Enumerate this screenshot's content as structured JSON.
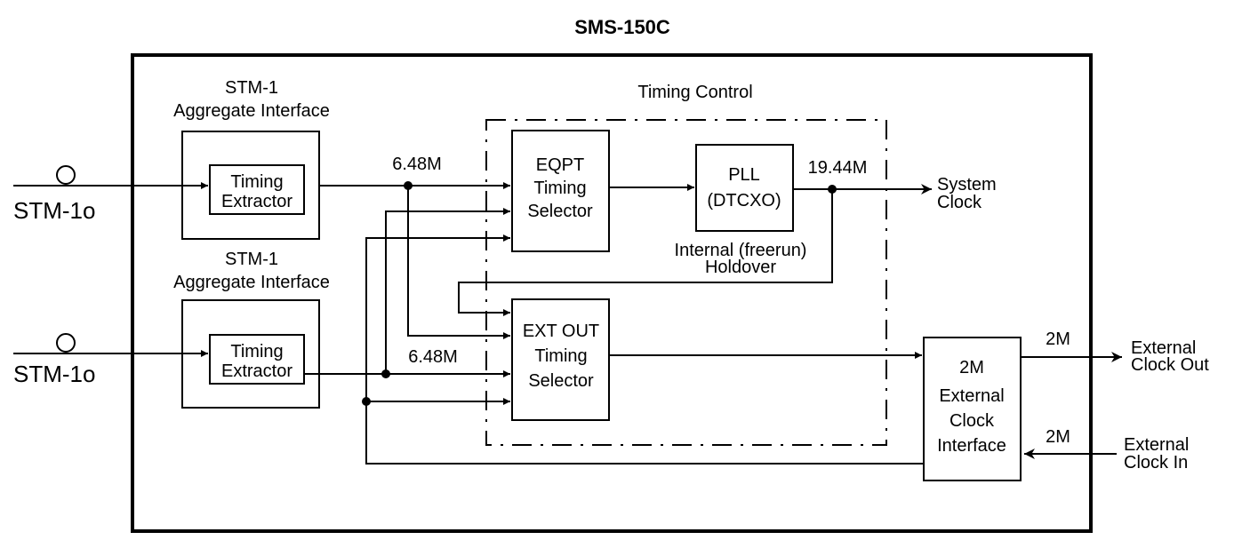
{
  "title": "SMS-150C",
  "inputs": {
    "stm1o_top": "STM-1o",
    "stm1o_bottom": "STM-1o"
  },
  "aggregate_interface": {
    "top_line1": "STM-1",
    "top_line2": "Aggregate Interface",
    "bottom_line1": "STM-1",
    "bottom_line2": "Aggregate Interface",
    "extractor_line1": "Timing",
    "extractor_line2": "Extractor"
  },
  "timing_control": {
    "label": "Timing Control",
    "eqpt_line1": "EQPT",
    "eqpt_line2": "Timing",
    "eqpt_line3": "Selector",
    "pll_line1": "PLL",
    "pll_line2": "(DTCXO)",
    "pll_note_line1": "Internal (freerun)",
    "pll_note_line2": "Holdover",
    "extout_line1": "EXT OUT",
    "extout_line2": "Timing",
    "extout_line3": "Selector"
  },
  "signals": {
    "top_rate": "6.48M",
    "bottom_rate": "6.48M",
    "pll_rate": "19.44M",
    "out_rate": "2M",
    "in_rate": "2M"
  },
  "outputs": {
    "system_clock_line1": "System",
    "system_clock_line2": "Clock",
    "ext_out_line1": "External",
    "ext_out_line2": "Clock Out",
    "ext_in_line1": "External",
    "ext_in_line2": "Clock In"
  },
  "ext_clock_interface": {
    "line1": "2M",
    "line2": "External",
    "line3": "Clock",
    "line4": "Interface"
  }
}
